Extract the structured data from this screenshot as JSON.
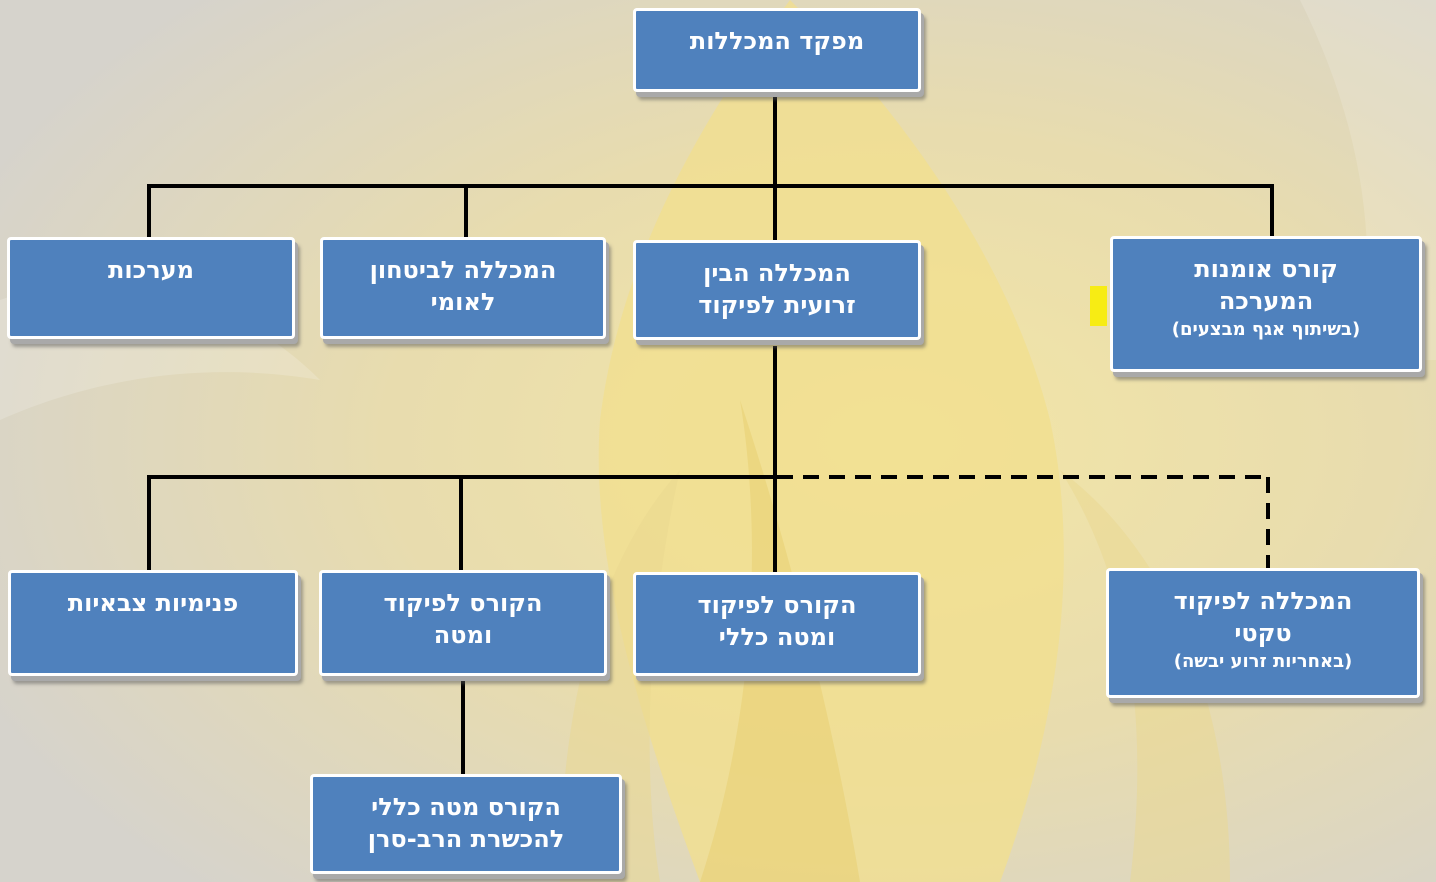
{
  "colors": {
    "box_fill": "#4f81bd",
    "box_text": "#ffffff",
    "connector": "#000000",
    "highlight": "#f7ec14"
  },
  "nodes": {
    "top": {
      "line1": "מפקד המכללות"
    },
    "kurs_omanut": {
      "line1": "קורס אומנות",
      "line2": "המערכה",
      "note": "(בשיתוף אגף מבצעים)"
    },
    "mabal": {
      "line1": "המכללה הבין",
      "line2": "זרועית לפיקוד"
    },
    "mabal_leumi": {
      "line1": "המכללה לביטחון",
      "line2": "לאומי"
    },
    "maarachot": {
      "line1": "מערכות"
    },
    "mikhlala_taktit": {
      "line1": "המכללה לפיקוד",
      "line2": "טקטי",
      "note": "(באחריות זרוע יבשה)"
    },
    "pum": {
      "line1": "הקורס לפיקוד",
      "line2": "ומטה כללי"
    },
    "pum2": {
      "line1": "הקורס לפיקוד",
      "line2": "ומטה"
    },
    "pnimiyot": {
      "line1": "פנימיות צבאיות"
    },
    "mtk": {
      "line1": "הקורס מטה כללי",
      "line2": "להכשרת הרב-סרן"
    }
  }
}
